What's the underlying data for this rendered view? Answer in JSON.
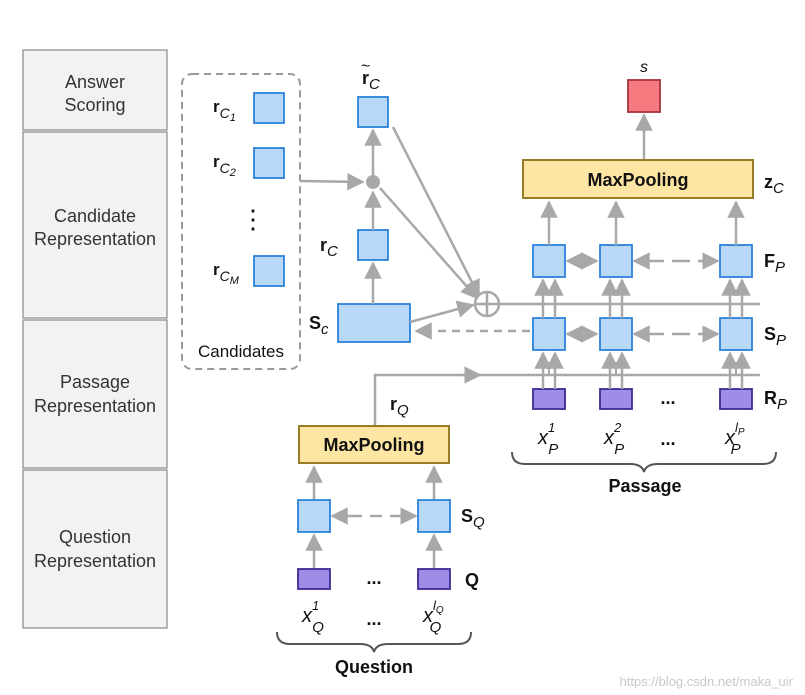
{
  "stages": {
    "answer_scoring": [
      "Answer",
      "Scoring"
    ],
    "candidate_representation": [
      "Candidate",
      "Representation"
    ],
    "passage_representation": [
      "Passage",
      "Representation"
    ],
    "question_representation": [
      "Question",
      "Representation"
    ]
  },
  "candidates": {
    "title": "Candidates",
    "r": "r",
    "sub": "C",
    "subsub": [
      "1",
      "2",
      "M"
    ],
    "vdots": "⋮"
  },
  "labels": {
    "r_tilde": "r",
    "r_tilde_sub": "C",
    "r_c": "r",
    "r_c_sub": "C",
    "s_c": "S",
    "s_c_sub": "c",
    "s_out": "s",
    "z_c": "z",
    "z_c_sub": "C",
    "f_p": "F",
    "f_p_sub": "P",
    "s_p": "S",
    "s_p_sub": "P",
    "r_p": "R",
    "r_p_sub": "P",
    "r_q": "r",
    "r_q_sub": "Q",
    "s_q": "S",
    "s_q_sub": "Q",
    "q": "Q",
    "maxpool_top": "MaxPooling",
    "maxpool_q": "MaxPooling",
    "ellipsis": "...",
    "passage": "Passage",
    "question": "Question"
  },
  "passage_inputs": {
    "x": "x",
    "sub": "P",
    "sups": [
      "1",
      "2",
      "l"
    ],
    "sup3_sub": "P"
  },
  "question_inputs": {
    "x": "x",
    "sub": "Q",
    "sups": [
      "1",
      "l"
    ],
    "sup2_sub": "Q"
  },
  "watermark": "https://blog.csdn.net/maka_uir",
  "colors": {
    "blue_fill": "#b9d7f7",
    "blue_stroke": "#2b82d9",
    "purple_fill": "#a08be6",
    "purple_stroke": "#3f2a95",
    "red_fill": "#f57a7f",
    "red_stroke": "#a8323b",
    "yellow_fill": "#fde5a3",
    "yellow_stroke": "#9a7b26",
    "arrow": "#a8a8a8",
    "panel": "#f2f2f2"
  }
}
